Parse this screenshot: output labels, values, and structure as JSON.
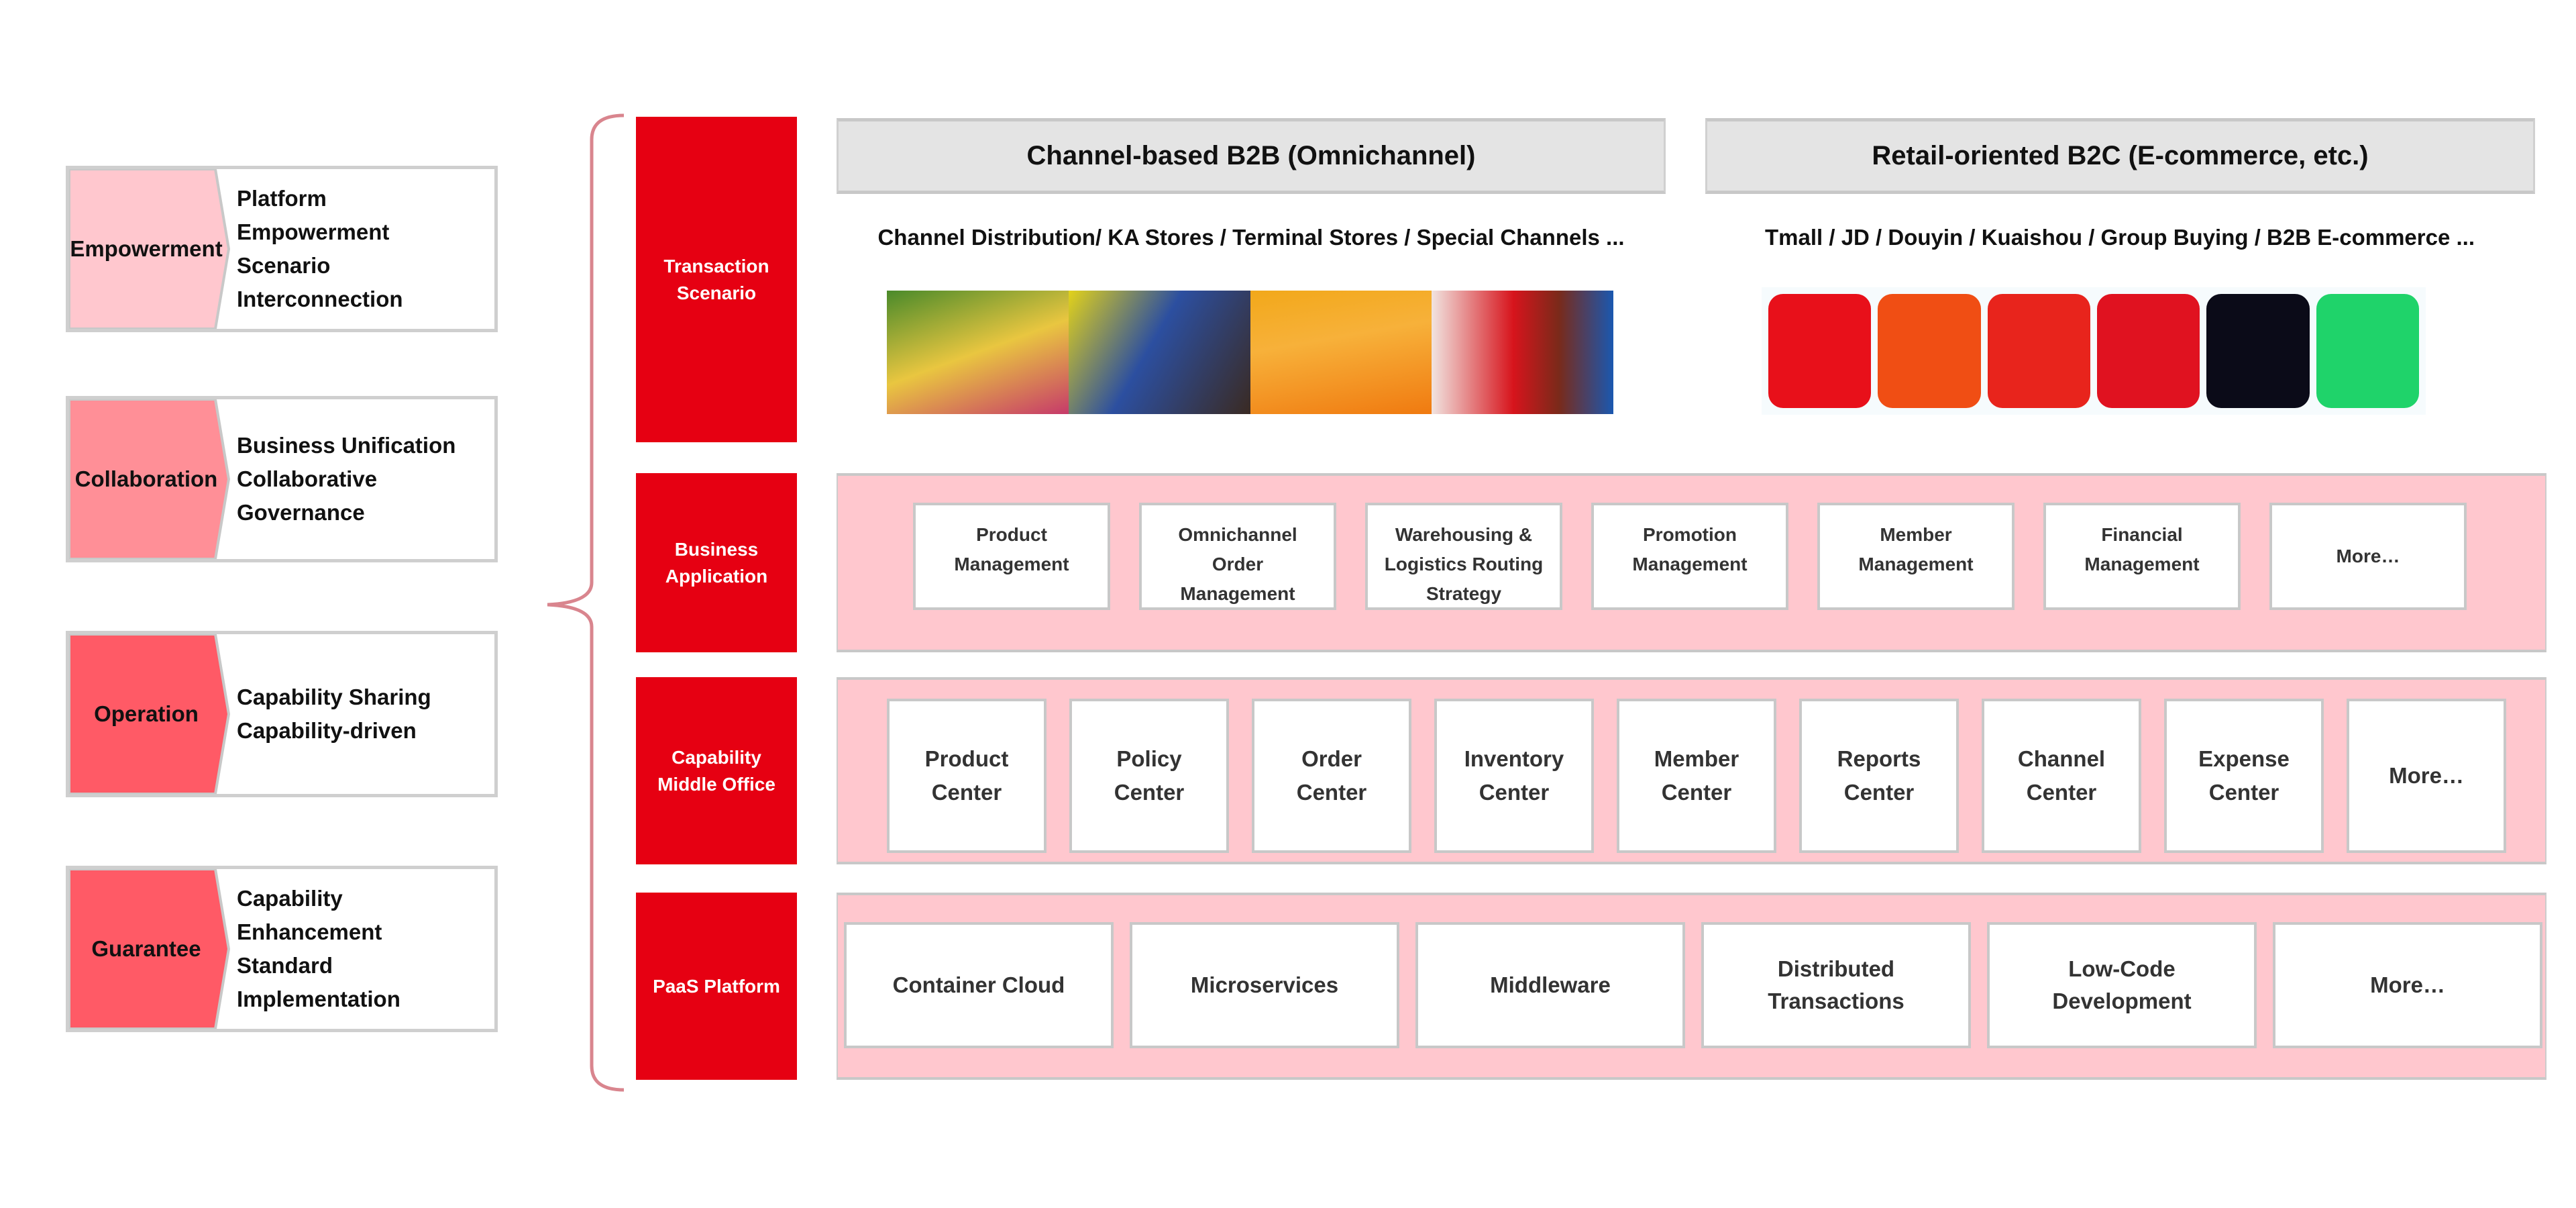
{
  "pillars": [
    {
      "label": "Empowerment",
      "lines": [
        "Platform",
        "Empowerment",
        "Scenario",
        "Interconnection"
      ],
      "color": "#ffc7ce"
    },
    {
      "label": "Collaboration",
      "lines": [
        "Business Unification",
        "Collaborative",
        "Governance"
      ],
      "color": "#ff8f97"
    },
    {
      "label": "Operation",
      "lines": [
        "Capability Sharing",
        "Capability-driven"
      ],
      "color": "#ff5a66"
    },
    {
      "label": "Guarantee",
      "lines": [
        "Capability",
        "Enhancement",
        "Standard",
        "Implementation"
      ],
      "color": "#ff5a66"
    }
  ],
  "layers": {
    "transaction": "Transaction Scenario",
    "business": "Business Application",
    "capability": "Capability Middle Office",
    "paas": "PaaS Platform"
  },
  "scenarios": {
    "b2b": {
      "title": "Channel-based B2B (Omnichannel)",
      "subtitle": "Channel Distribution/ KA Stores / Terminal Stores / Special Channels ..."
    },
    "b2c": {
      "title": "Retail-oriented B2C (E-commerce, etc.)",
      "subtitle": "Tmall / JD / Douyin / Kuaishou / Group Buying / B2B E-commerce ..."
    }
  },
  "app_icons": [
    {
      "icon": "tmall-icon",
      "color": "#e8101a"
    },
    {
      "icon": "taobao-icon",
      "color": "#f04e14"
    },
    {
      "icon": "jd-icon",
      "color": "#e8241c"
    },
    {
      "icon": "pinduoduo-icon",
      "color": "#e01220"
    },
    {
      "icon": "douyin-icon",
      "color": "#0b0b18"
    },
    {
      "icon": "wechat-icon",
      "color": "#1fd36a"
    }
  ],
  "business_apps": [
    "Product\nManagement",
    "Omnichannel\nOrder\nManagement",
    "Warehousing &\nLogistics Routing\nStrategy",
    "Promotion\nManagement",
    "Member\nManagement",
    "Financial\nManagement",
    "More…"
  ],
  "capability_centers": [
    "Product\nCenter",
    "Policy\nCenter",
    "Order\nCenter",
    "Inventory\nCenter",
    "Member\nCenter",
    "Reports\nCenter",
    "Channel\nCenter",
    "Expense\nCenter",
    "More…"
  ],
  "paas_services": [
    "Container Cloud",
    "Microservices",
    "Middleware",
    "Distributed\nTransactions",
    "Low-Code\nDevelopment",
    "More…"
  ],
  "colors": {
    "accent": "#e60012",
    "panel": "#ffc7ce",
    "header": "#e4e4e4"
  }
}
